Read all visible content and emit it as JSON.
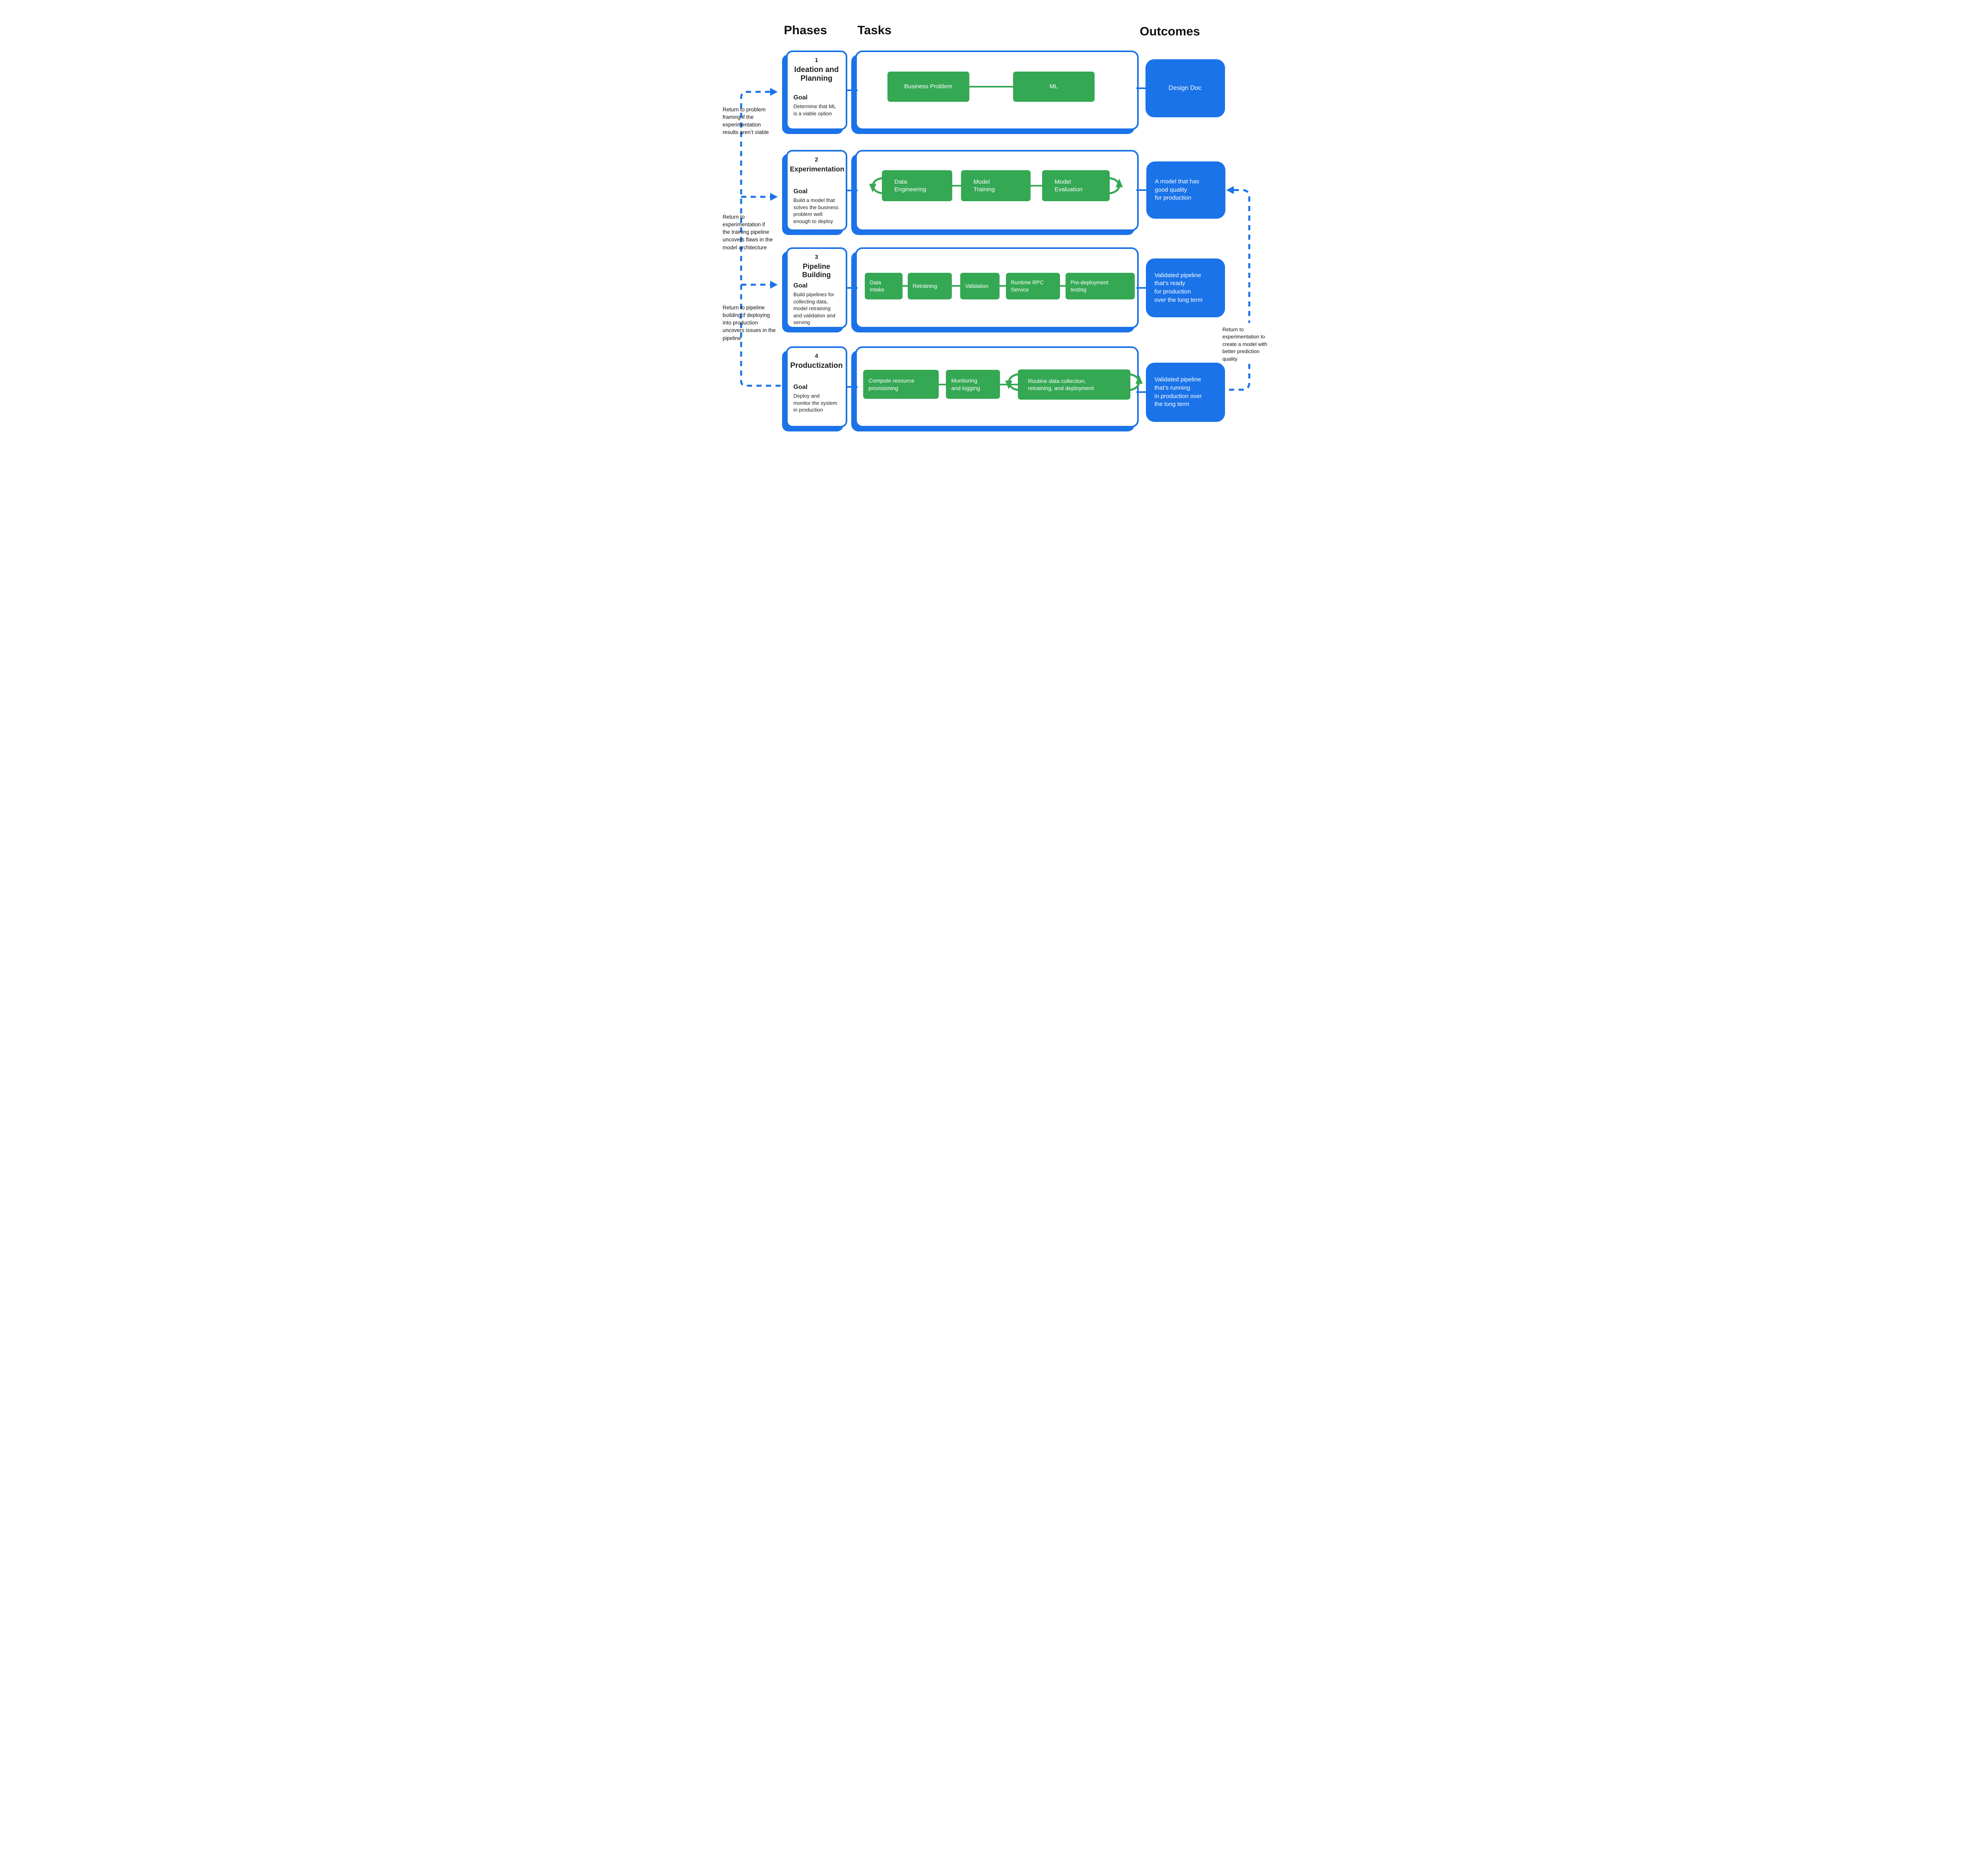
{
  "headers": {
    "phases": "Phases",
    "tasks": "Tasks",
    "outcomes": "Outcomes"
  },
  "colors": {
    "blue": "#1a73e8",
    "green": "#34a853",
    "text": "#202124"
  },
  "phases": [
    {
      "number": "1",
      "title": "Ideation and Planning",
      "goal_label": "Goal",
      "goal_text": "Determine that ML\nis a viable option",
      "tasks": [
        "Business Problem",
        "ML"
      ],
      "outcome": "Design Doc"
    },
    {
      "number": "2",
      "title": "Experimentation",
      "goal_label": "Goal",
      "goal_text": "Build a model that\nsolves the business\nproblem well\nenough to deploy",
      "tasks": [
        "Data\nEngineering",
        "Model\nTraining",
        "Model\nEvaluation"
      ],
      "outcome": "A model that has\ngood quality\nfor production"
    },
    {
      "number": "3",
      "title": "Pipeline Building",
      "goal_label": "Goal",
      "goal_text": "Build pipelines for\ncollecting data,\nmodel retraining\nand validation and\nserving",
      "tasks": [
        "Data\nIntake",
        "Retraining",
        "Validation",
        "Runtime RPC\nService",
        "Pre-deployment\ntesting"
      ],
      "outcome": "Validated pipeline\nthat’s ready\nfor production\nover the long term"
    },
    {
      "number": "4",
      "title": "Productization",
      "goal_label": "Goal",
      "goal_text": "Deploy and\nmonitor the system\nin production",
      "tasks": [
        "Compute resource\nprovisioning",
        "Monitoring\nand logging",
        "Routine data collection,\nretraining, and deployment"
      ],
      "outcome": "Validated pipeline\nthat’s running\nin production over\nthe long term"
    }
  ],
  "annotations": [
    {
      "text": "Return to problem\nframing if the\nexperimentation\nresults aren’t viable"
    },
    {
      "text": "Return to\nexperimentation if\nthe training pipeline\nuncovers flaws in the\nmodel architecture"
    },
    {
      "text": "Return to pipeline\nbuilding if deploying\ninto production\nuncovers issues in the\npipeline"
    },
    {
      "text": "Return to\nexperimentation to\ncreate a model with\nbetter prediction\nquality"
    }
  ]
}
